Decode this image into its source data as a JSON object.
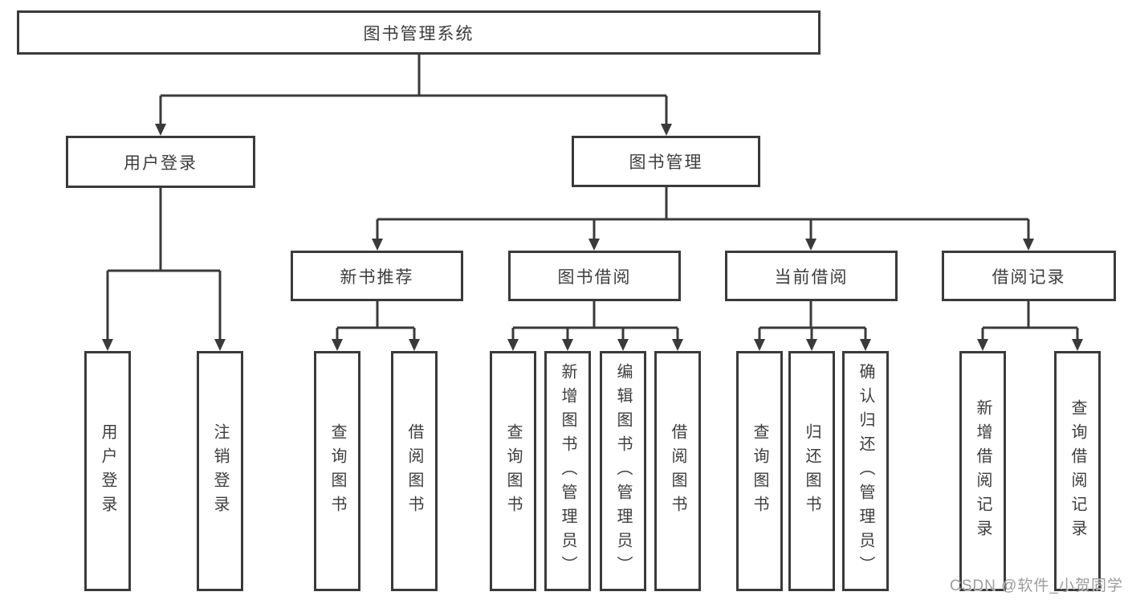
{
  "tree": {
    "label": "图书管理系统",
    "children": [
      {
        "label": "用户登录",
        "children": [
          {
            "label": "用户登录"
          },
          {
            "label": "注销登录"
          }
        ]
      },
      {
        "label": "图书管理",
        "children": [
          {
            "label": "新书推荐",
            "children": [
              {
                "label": "查询图书"
              },
              {
                "label": "借阅图书"
              }
            ]
          },
          {
            "label": "图书借阅",
            "children": [
              {
                "label": "查询图书"
              },
              {
                "label": "新增图书（管理员）"
              },
              {
                "label": "编辑图书（管理员）"
              },
              {
                "label": "借阅图书"
              }
            ]
          },
          {
            "label": "当前借阅",
            "children": [
              {
                "label": "查询图书"
              },
              {
                "label": "归还图书"
              },
              {
                "label": "确认归还（管理员）"
              }
            ]
          },
          {
            "label": "借阅记录",
            "children": [
              {
                "label": "新增借阅记录"
              },
              {
                "label": "查询借阅记录"
              }
            ]
          }
        ]
      }
    ]
  },
  "watermark": "CSDN @软件_小贺同学",
  "colors": {
    "line": "#3a3a3a",
    "text": "#3d3d3d",
    "watermark": "#949494",
    "background": "#ffffff"
  }
}
